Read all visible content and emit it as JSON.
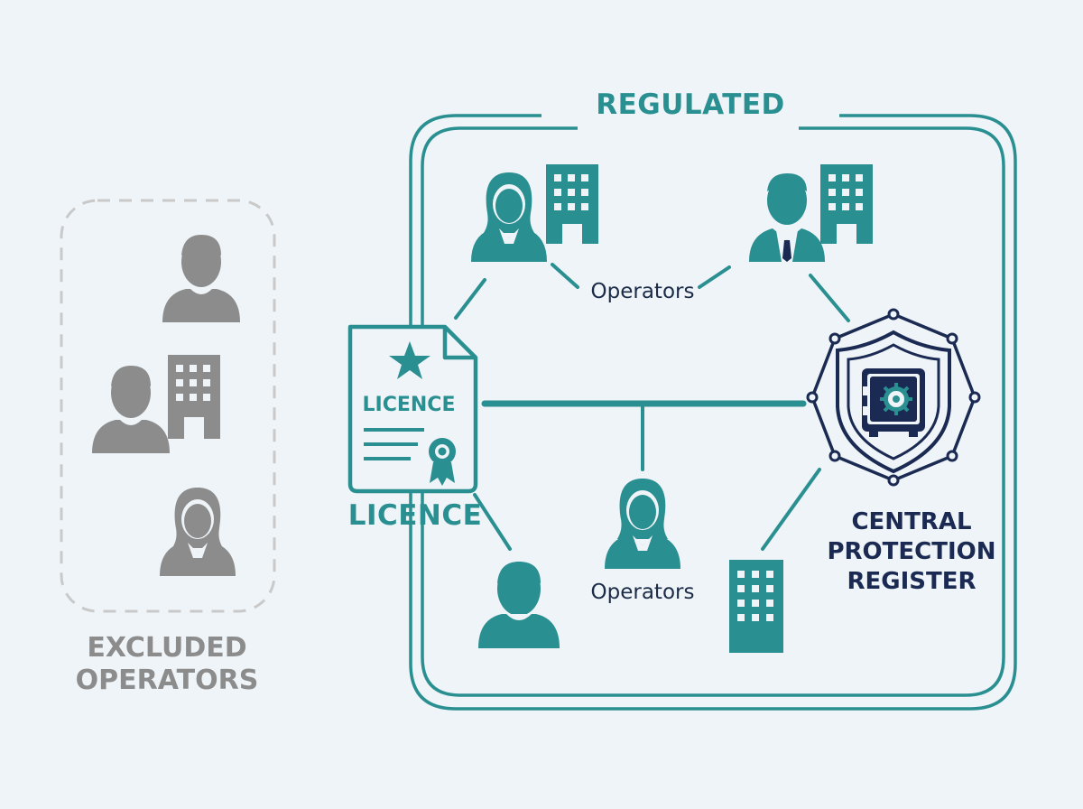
{
  "diagram": {
    "regulated_title": "REGULATED",
    "operators_top_label": "Operators",
    "operators_bottom_label": "Operators",
    "licence_doc_text": "LICENCE",
    "licence_label": "LICENCE",
    "register_label_lines": [
      "CENTRAL",
      "PROTECTION",
      "REGISTER"
    ],
    "excluded_label_lines": [
      "EXCLUDED",
      "OPERATORS"
    ],
    "colors": {
      "teal": "#2a8f91",
      "navy": "#1b2a52",
      "grey": "#8c8c8c",
      "dashed_border": "#c9c9c9",
      "background": "#eef4f7"
    },
    "icons": [
      "person-female-icon",
      "building-icon",
      "person-male-icon",
      "licence-document-icon",
      "shield-safe-icon",
      "dashed-box"
    ]
  }
}
